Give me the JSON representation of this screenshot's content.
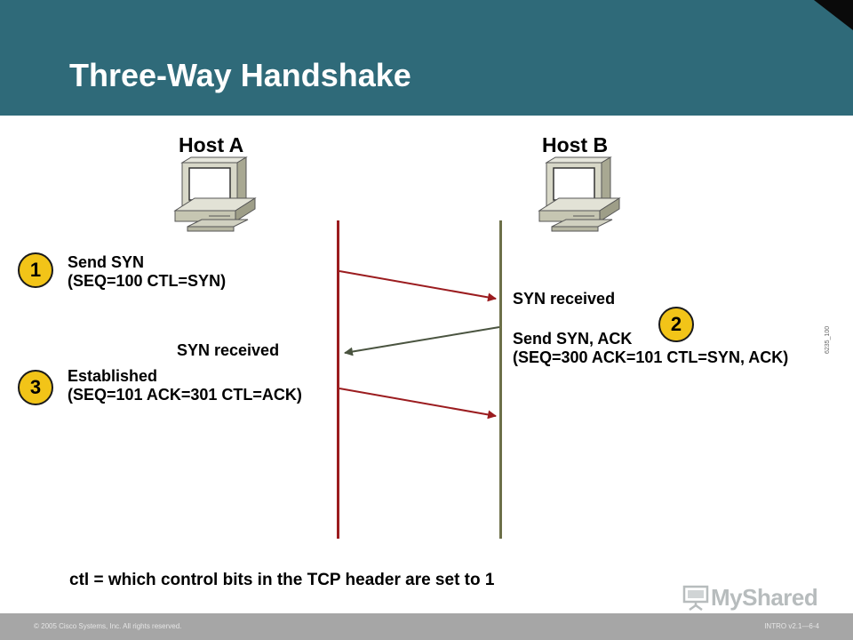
{
  "slide": {
    "title": "Three-Way Handshake",
    "figure_id": "6235_100"
  },
  "hosts": {
    "a_label": "Host A",
    "b_label": "Host B"
  },
  "steps": [
    {
      "number": "1",
      "line1": "Send SYN",
      "line2": "(SEQ=100 CTL=SYN)"
    },
    {
      "number": "2",
      "received": "SYN received",
      "line1": "Send SYN, ACK",
      "line2": "(SEQ=300 ACK=101 CTL=SYN, ACK)"
    },
    {
      "number": "3",
      "received": "SYN received",
      "line1": "Established",
      "line2": "(SEQ=101 ACK=301 CTL=ACK)"
    }
  ],
  "footnote": "ctl = which control bits in the TCP header are set to 1",
  "footer": {
    "copyright": "© 2005 Cisco Systems, Inc. All rights reserved.",
    "slide_number": "INTRO v2.1—6-4"
  },
  "logo": {
    "text": "MyShared",
    "icon": "presentation-board-icon"
  },
  "colors": {
    "title_bar": "#2f6a79",
    "host_a_line": "#9b1c1f",
    "host_b_line": "#6d7049",
    "badge": "#f2c418",
    "footer": "#a6a6a6"
  }
}
